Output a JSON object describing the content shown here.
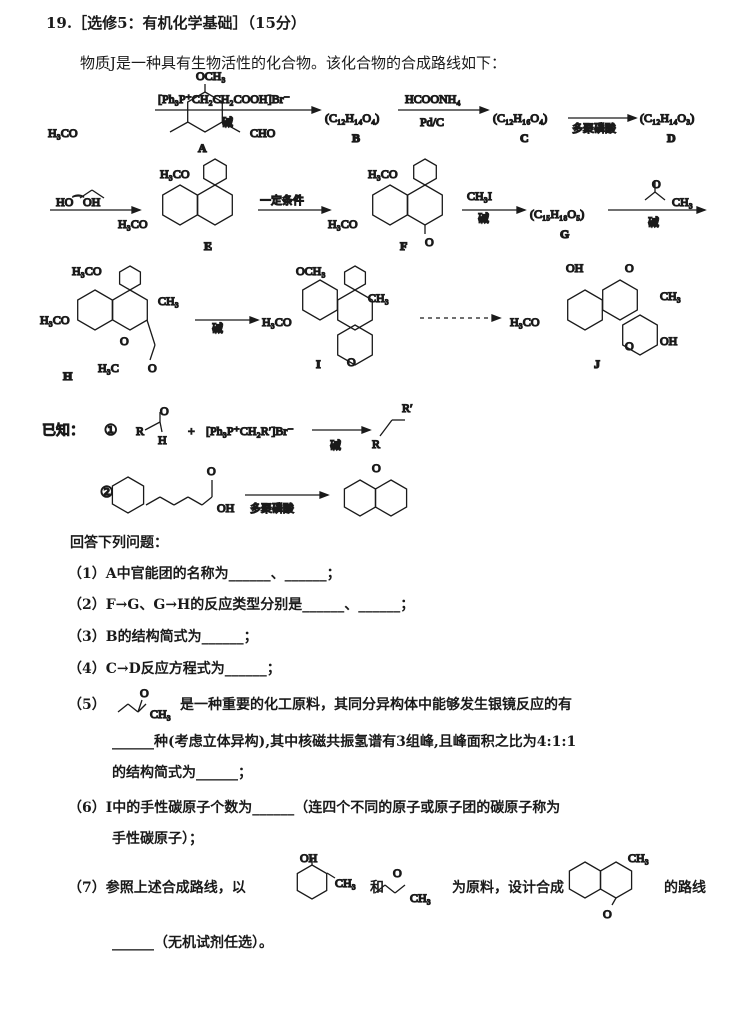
{
  "header": {
    "title": "19.［选修5：有机化学基础］（15分）"
  },
  "intro": "物质J是一种具有生物活性的化合物。该化合物的合成路线如下：",
  "scheme": {
    "A": {
      "label": "A",
      "och3_top": "OCH₃",
      "h3co": "H₃CO",
      "cho": "CHO"
    },
    "step1": {
      "reagent": "[Ph₃P⁺CH₂CH₂COOH]Br⁻",
      "condition": "碱"
    },
    "B": {
      "formula": "(C₁₂H₁₄O₄)",
      "label": "B"
    },
    "step2": {
      "reagent": "HCOONH₄",
      "condition": "Pd/C"
    },
    "C": {
      "formula": "(C₁₂H₁₆O₄)",
      "label": "C"
    },
    "step3": {
      "condition": "多聚磷酸"
    },
    "D": {
      "formula": "(C₁₂H₁₄O₃)",
      "label": "D"
    },
    "step4": {
      "reagent": "HO⁀OH"
    },
    "E": {
      "label": "E",
      "h3co_top": "H₃CO",
      "h3co_left": "H₃CO"
    },
    "step5": {
      "condition": "一定条件"
    },
    "F": {
      "label": "F",
      "h3co_top": "H₃CO",
      "h3co_left": "H₃CO",
      "o": "O"
    },
    "step6": {
      "reagent": "CH₃I",
      "condition": "碱"
    },
    "G": {
      "formula": "(C₁₅H₁₈O₅)",
      "label": "G"
    },
    "step7": {
      "reagent_o": "O",
      "reagent_ch3": "CH₃",
      "condition": "碱"
    },
    "H": {
      "label": "H",
      "h3co_top": "H₃CO",
      "h3co_left": "H₃CO",
      "ch3": "CH₃",
      "o": "O",
      "h3c": "H₃C",
      "o2": "O"
    },
    "step8": {
      "condition": "碱"
    },
    "I": {
      "label": "I",
      "och3": "OCH₃",
      "h3co": "H₃CO",
      "ch3": "CH₃",
      "o": "O"
    },
    "J": {
      "label": "J",
      "oh_top": "OH",
      "o_top": "O",
      "ch3": "CH₃",
      "h3co": "H₃CO",
      "o": "O",
      "oh": "OH"
    }
  },
  "known": {
    "label": "已知：",
    "r1": {
      "num": "①",
      "r": "R",
      "o": "O",
      "h": "H",
      "plus": "+",
      "reagent": "[Ph₃P⁺CH₂R′]Br⁻",
      "condition": "碱",
      "r_prod": "R",
      "r2_prod": "R′"
    },
    "r2": {
      "num": "②",
      "o": "O",
      "oh": "OH",
      "condition": "多聚磷酸",
      "o_prod": "O"
    }
  },
  "questions": {
    "heading": "回答下列问题：",
    "q1": "（1）A中官能团的名称为______、______；",
    "q2": "（2）F→G、G→H的反应类型分别是______、______；",
    "q3": "（3）B的结构简式为______；",
    "q4": "（4）C→D反应方程式为______；",
    "q5_a": "（5）",
    "q5_b": "是一种重要的化工原料，其同分异构体中能够发生银镜反应的有",
    "q5_o": "O",
    "q5_ch3": "CH₃",
    "q5_c": "______种(考虑立体异构),其中核磁共振氢谱有3组峰,且峰面积之比为4:1:1",
    "q5_d": "的结构简式为______；",
    "q6_a": "（6）I中的手性碳原子个数为______（连四个不同的原子或原子团的碳原子称为",
    "q6_b": "手性碳原子）；",
    "q7_a": "（7）参照上述合成路线，以",
    "q7_oh": "OH",
    "q7_ch3": "CH₃",
    "q7_and": "和",
    "q7_o": "O",
    "q7_ch3b": "CH₃",
    "q7_b": "为原料，设计合成",
    "q7_pch3": "CH₃",
    "q7_po": "O",
    "q7_c": "的路线",
    "q7_d": "______（无机试剂任选）。"
  }
}
